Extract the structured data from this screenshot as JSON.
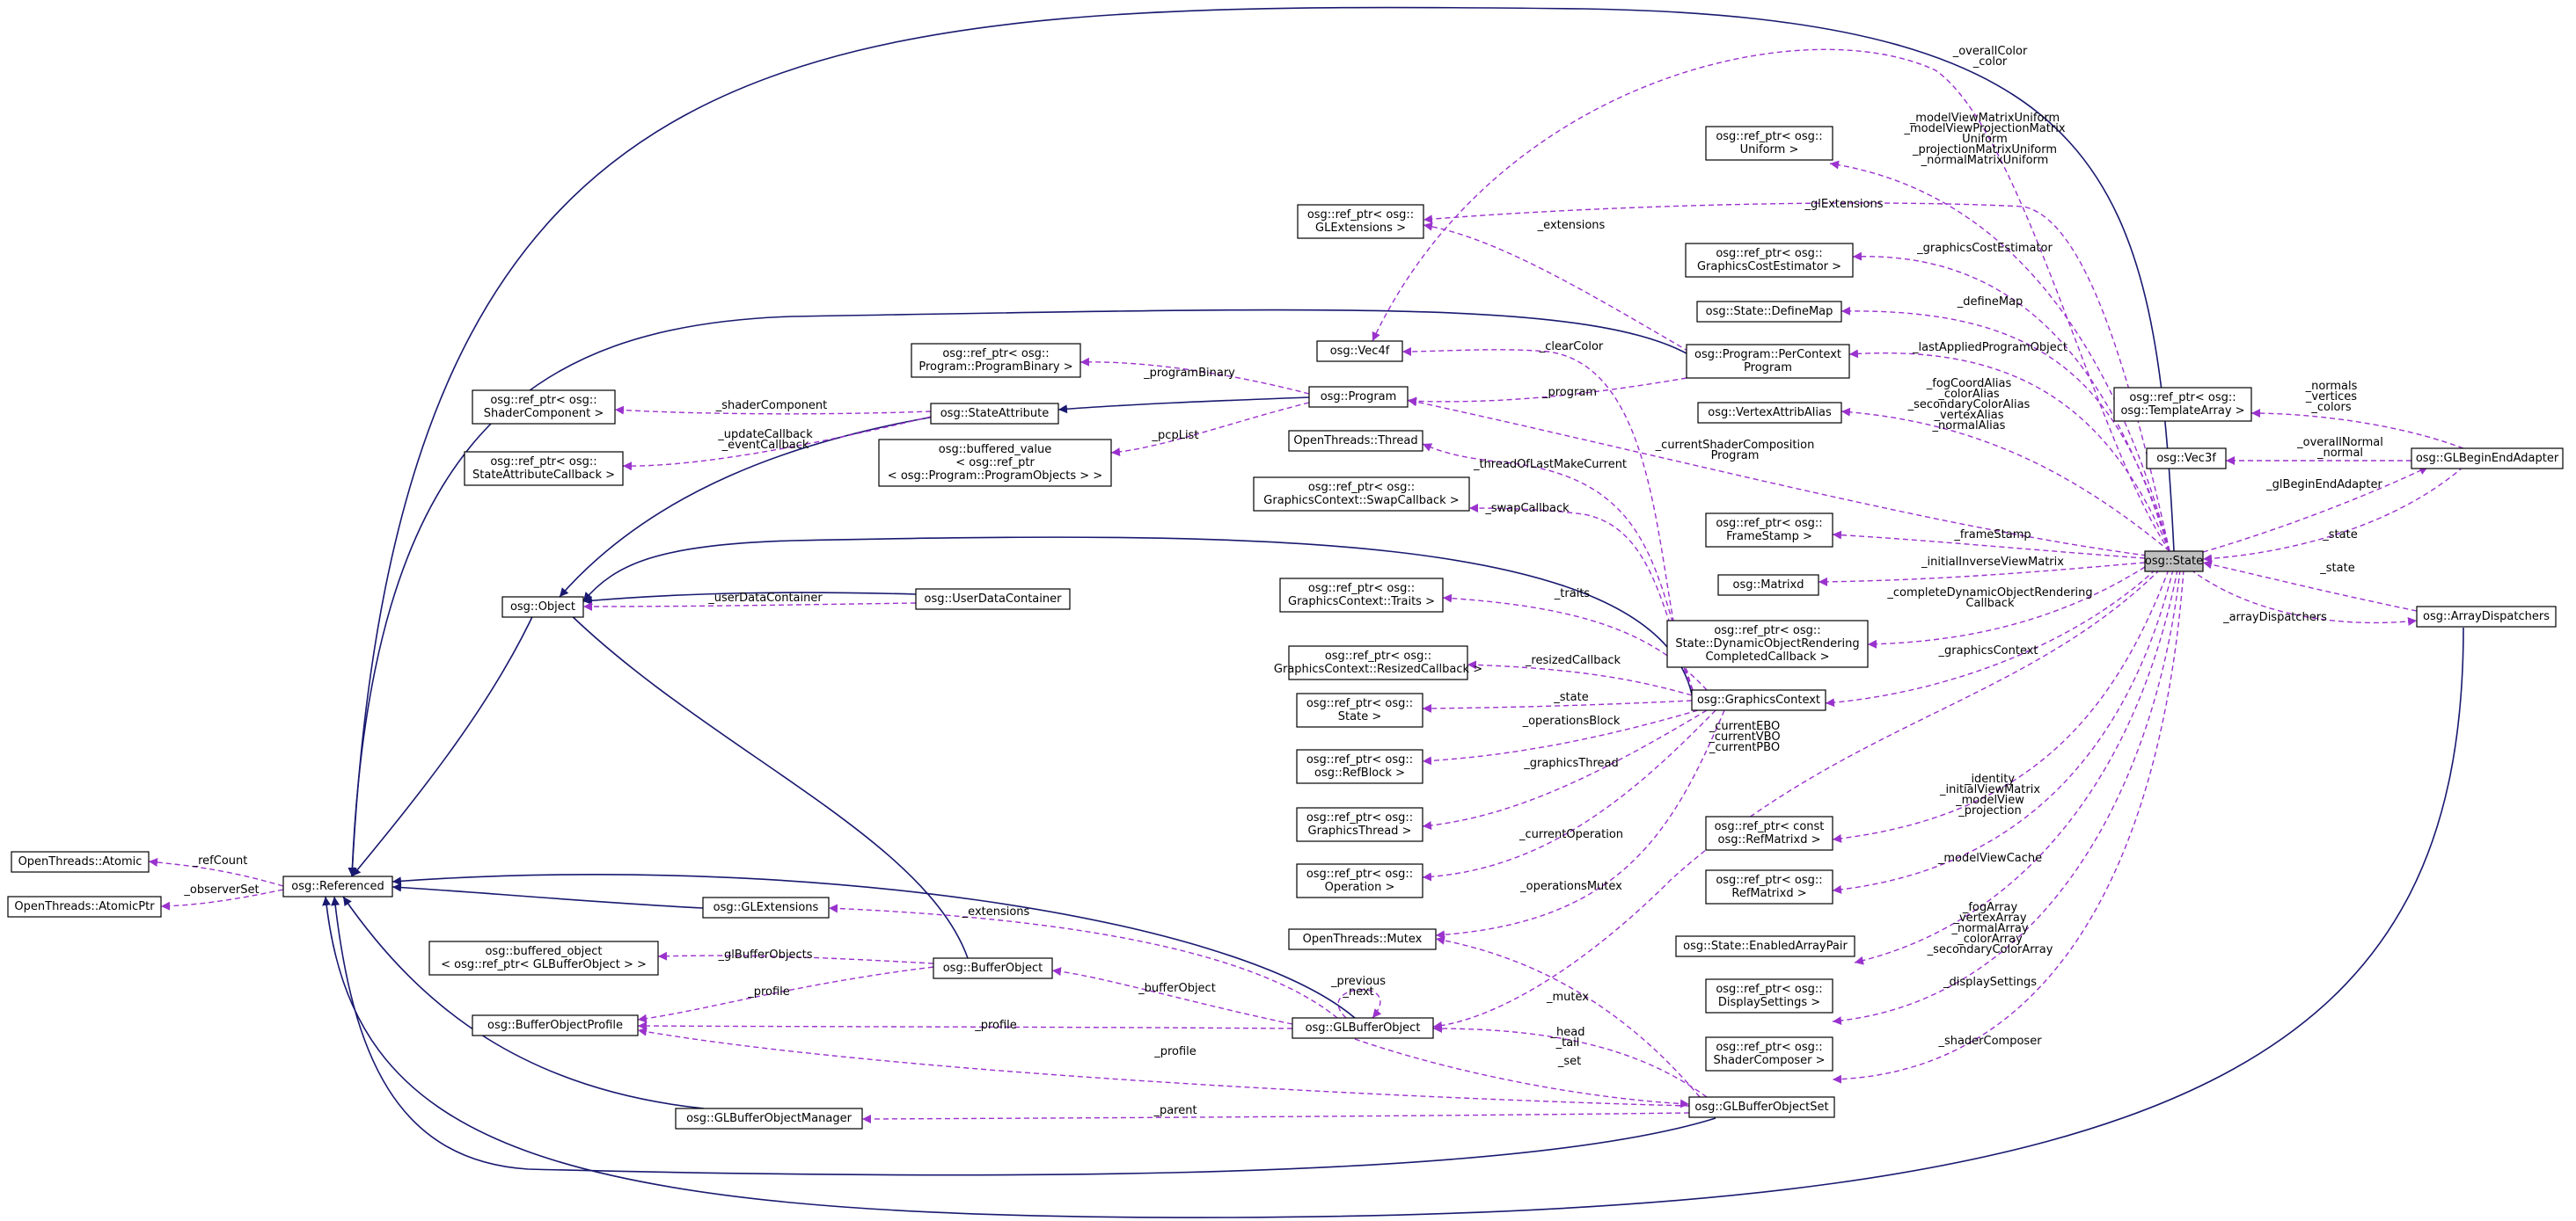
{
  "colors": {
    "inheritance_edge": "#191970",
    "member_edge": "#9a32cd",
    "focus_fill": "#bfbfbf",
    "node_fill": "#ffffff"
  },
  "nodes": [
    {
      "id": "state",
      "lines": [
        "osg::State"
      ],
      "focus": true
    },
    {
      "id": "referenced",
      "lines": [
        "osg::Referenced"
      ]
    },
    {
      "id": "atomic",
      "lines": [
        "OpenThreads::Atomic"
      ]
    },
    {
      "id": "atomicptr",
      "lines": [
        "OpenThreads::AtomicPtr"
      ]
    },
    {
      "id": "object",
      "lines": [
        "osg::Object"
      ]
    },
    {
      "id": "userdatacontainer",
      "lines": [
        "osg::UserDataContainer"
      ]
    },
    {
      "id": "stateattribute",
      "lines": [
        "osg::StateAttribute"
      ]
    },
    {
      "id": "refshadercomp",
      "lines": [
        "osg::ref_ptr< osg::",
        "ShaderComponent >"
      ]
    },
    {
      "id": "refsacallback",
      "lines": [
        "osg::ref_ptr< osg::",
        "StateAttributeCallback >"
      ]
    },
    {
      "id": "refprogbinary",
      "lines": [
        "osg::ref_ptr< osg::",
        "Program::ProgramBinary >"
      ]
    },
    {
      "id": "bufferedvalue",
      "lines": [
        "osg::buffered_value",
        "< osg::ref_ptr",
        "< osg::Program::ProgramObjects > >"
      ]
    },
    {
      "id": "program",
      "lines": [
        "osg::Program"
      ]
    },
    {
      "id": "vec4f",
      "lines": [
        "osg::Vec4f"
      ]
    },
    {
      "id": "refglext",
      "lines": [
        "osg::ref_ptr< osg::",
        "GLExtensions >"
      ]
    },
    {
      "id": "glextensions",
      "lines": [
        "osg::GLExtensions"
      ]
    },
    {
      "id": "bufferedobject",
      "lines": [
        "osg::buffered_object",
        "< osg::ref_ptr< GLBufferObject > >"
      ]
    },
    {
      "id": "bufferobject",
      "lines": [
        "osg::BufferObject"
      ]
    },
    {
      "id": "bufferobjectprofile",
      "lines": [
        "osg::BufferObjectProfile"
      ]
    },
    {
      "id": "glbufferobjectmanager",
      "lines": [
        "osg::GLBufferObjectManager"
      ]
    },
    {
      "id": "glbufferobject",
      "lines": [
        "osg::GLBufferObject"
      ]
    },
    {
      "id": "glbufferobjectset",
      "lines": [
        "osg::GLBufferObjectSet"
      ]
    },
    {
      "id": "mutex",
      "lines": [
        "OpenThreads::Mutex"
      ]
    },
    {
      "id": "refoperation",
      "lines": [
        "osg::ref_ptr< osg::",
        "Operation >"
      ]
    },
    {
      "id": "refgraphicsthread",
      "lines": [
        "osg::ref_ptr< osg::",
        "GraphicsThread >"
      ]
    },
    {
      "id": "refrefblock",
      "lines": [
        "osg::ref_ptr< osg::",
        "osg::RefBlock >"
      ]
    },
    {
      "id": "refstate",
      "lines": [
        "osg::ref_ptr< osg::",
        "State >"
      ]
    },
    {
      "id": "refresized",
      "lines": [
        "osg::ref_ptr< osg::",
        "GraphicsContext::ResizedCallback >"
      ]
    },
    {
      "id": "reftraits",
      "lines": [
        "osg::ref_ptr< osg::",
        "GraphicsContext::Traits >"
      ]
    },
    {
      "id": "refswap",
      "lines": [
        "osg::ref_ptr< osg::",
        "GraphicsContext::SwapCallback >"
      ]
    },
    {
      "id": "thread",
      "lines": [
        "OpenThreads::Thread"
      ]
    },
    {
      "id": "graphicscontext",
      "lines": [
        "osg::GraphicsContext"
      ]
    },
    {
      "id": "refuniform",
      "lines": [
        "osg::ref_ptr< osg::",
        "Uniform >"
      ]
    },
    {
      "id": "refgce",
      "lines": [
        "osg::ref_ptr< osg::",
        "GraphicsCostEstimator >"
      ]
    },
    {
      "id": "definemap",
      "lines": [
        "osg::State::DefineMap"
      ]
    },
    {
      "id": "percontextprogram",
      "lines": [
        "osg::Program::PerContext",
        "Program"
      ]
    },
    {
      "id": "vertexattribalias",
      "lines": [
        "osg::VertexAttribAlias"
      ]
    },
    {
      "id": "refframestamp",
      "lines": [
        "osg::ref_ptr< osg::",
        "FrameStamp >"
      ]
    },
    {
      "id": "matrixd",
      "lines": [
        "osg::Matrixd"
      ]
    },
    {
      "id": "refdynamic",
      "lines": [
        "osg::ref_ptr< osg::",
        "State::DynamicObjectRendering",
        "CompletedCallback >"
      ]
    },
    {
      "id": "refconstrefmatrix",
      "lines": [
        "osg::ref_ptr< const",
        "osg::RefMatrixd >"
      ]
    },
    {
      "id": "refrefmatrix",
      "lines": [
        "osg::ref_ptr< osg::",
        "RefMatrixd >"
      ]
    },
    {
      "id": "enabledarraypair",
      "lines": [
        "osg::State::EnabledArrayPair"
      ]
    },
    {
      "id": "refdisplaysettings",
      "lines": [
        "osg::ref_ptr< osg::",
        "DisplaySettings >"
      ]
    },
    {
      "id": "refshadercomposer",
      "lines": [
        "osg::ref_ptr< osg::",
        "ShaderComposer >"
      ]
    },
    {
      "id": "reftemplatearray",
      "lines": [
        "osg::ref_ptr< osg::",
        "osg::TemplateArray >"
      ]
    },
    {
      "id": "vec3f",
      "lines": [
        "osg::Vec3f"
      ]
    },
    {
      "id": "glbeginendadapter",
      "lines": [
        "osg::GLBeginEndAdapter"
      ]
    },
    {
      "id": "arraydispatchers",
      "lines": [
        "osg::ArrayDispatchers"
      ]
    }
  ],
  "edges": [
    {
      "id": "e-overallcolor",
      "type": "member",
      "lines": [
        "_overallColor",
        "_color"
      ]
    },
    {
      "id": "e-mvmu",
      "type": "member",
      "lines": [
        "_modelViewMatrixUniform",
        "_modelViewProjectionMatrix",
        "Uniform",
        "_projectionMatrixUniform",
        "_normalMatrixUniform"
      ]
    },
    {
      "id": "e-glextensions",
      "type": "member",
      "lines": [
        "_glExtensions"
      ]
    },
    {
      "id": "e-extensions-pcp",
      "type": "member",
      "lines": [
        "_extensions"
      ]
    },
    {
      "id": "e-gce",
      "type": "member",
      "lines": [
        "_graphicsCostEstimator"
      ]
    },
    {
      "id": "e-definemap",
      "type": "member",
      "lines": [
        "_defineMap"
      ]
    },
    {
      "id": "e-lastapplied",
      "type": "member",
      "lines": [
        "_lastAppliedProgramObject"
      ]
    },
    {
      "id": "e-clearcolor",
      "type": "member",
      "lines": [
        "_clearColor"
      ]
    },
    {
      "id": "e-programbinary",
      "type": "member",
      "lines": [
        "_programBinary"
      ]
    },
    {
      "id": "e-shadercomponent",
      "type": "member",
      "lines": [
        "_shaderComponent"
      ]
    },
    {
      "id": "e-updatecallback",
      "type": "member",
      "lines": [
        "_updateCallback",
        "_eventCallback"
      ]
    },
    {
      "id": "e-program",
      "type": "member",
      "lines": [
        "_program"
      ]
    },
    {
      "id": "e-pcplist",
      "type": "member",
      "lines": [
        "_pcpList"
      ]
    },
    {
      "id": "e-fogcoord",
      "type": "member",
      "lines": [
        "_fogCoordAlias",
        "_colorAlias",
        "_secondaryColorAlias",
        "_vertexAlias",
        "_normalAlias"
      ]
    },
    {
      "id": "e-currentshader",
      "type": "member",
      "lines": [
        "_currentShaderComposition",
        "Program"
      ]
    },
    {
      "id": "e-threadoflast",
      "type": "member",
      "lines": [
        "_threadOfLastMakeCurrent"
      ]
    },
    {
      "id": "e-swapcallback",
      "type": "member",
      "lines": [
        "_swapCallback"
      ]
    },
    {
      "id": "e-userdatacontainer",
      "type": "member",
      "lines": [
        "_userDataContainer"
      ]
    },
    {
      "id": "e-traits",
      "type": "member",
      "lines": [
        "_traits"
      ]
    },
    {
      "id": "e-resizedcallback",
      "type": "member",
      "lines": [
        "_resizedCallback"
      ]
    },
    {
      "id": "e-state-gc",
      "type": "member",
      "lines": [
        "_state"
      ]
    },
    {
      "id": "e-operationsblock",
      "type": "member",
      "lines": [
        "_operationsBlock"
      ]
    },
    {
      "id": "e-graphicsthread",
      "type": "member",
      "lines": [
        "_graphicsThread"
      ]
    },
    {
      "id": "e-currentoperation",
      "type": "member",
      "lines": [
        "_currentOperation"
      ]
    },
    {
      "id": "e-operationsmutex",
      "type": "member",
      "lines": [
        "_operationsMutex"
      ]
    },
    {
      "id": "e-framestamp",
      "type": "member",
      "lines": [
        "_frameStamp"
      ]
    },
    {
      "id": "e-initialinverse",
      "type": "member",
      "lines": [
        "_initialInverseViewMatrix"
      ]
    },
    {
      "id": "e-completedynamic",
      "type": "member",
      "lines": [
        "_completeDynamicObjectRendering",
        "Callback"
      ]
    },
    {
      "id": "e-graphicscontext",
      "type": "member",
      "lines": [
        "_graphicsContext"
      ]
    },
    {
      "id": "e-currentebo",
      "type": "member",
      "lines": [
        "_currentEBO",
        "_currentVBO",
        "_currentPBO"
      ]
    },
    {
      "id": "e-identity",
      "type": "member",
      "lines": [
        "_identity",
        "_initialViewMatrix",
        "_modelView",
        "_projection"
      ]
    },
    {
      "id": "e-modelviewcache",
      "type": "member",
      "lines": [
        "_modelViewCache"
      ]
    },
    {
      "id": "e-fogarray",
      "type": "member",
      "lines": [
        "_fogArray",
        "_vertexArray",
        "_normalArray",
        "_colorArray",
        "_secondaryColorArray"
      ]
    },
    {
      "id": "e-displaysettings",
      "type": "member",
      "lines": [
        "_displaySettings"
      ]
    },
    {
      "id": "e-shadercomposer",
      "type": "member",
      "lines": [
        "_shaderComposer"
      ]
    },
    {
      "id": "e-normals",
      "type": "member",
      "lines": [
        "_normals",
        "_vertices",
        "_colors"
      ]
    },
    {
      "id": "e-overallnormal",
      "type": "member",
      "lines": [
        "_overallNormal",
        "_normal"
      ]
    },
    {
      "id": "e-glbeginendadapter",
      "type": "member",
      "lines": [
        "_glBeginEndAdapter"
      ]
    },
    {
      "id": "e-state-adapter",
      "type": "member",
      "lines": [
        "_state"
      ]
    },
    {
      "id": "e-state-dispatchers",
      "type": "member",
      "lines": [
        "_state"
      ]
    },
    {
      "id": "e-arraydispatchers",
      "type": "member",
      "lines": [
        "_arrayDispatchers"
      ]
    },
    {
      "id": "e-refcount",
      "type": "member",
      "lines": [
        "_refCount"
      ]
    },
    {
      "id": "e-observerset",
      "type": "member",
      "lines": [
        "_observerSet"
      ]
    },
    {
      "id": "e-extensions-glbo",
      "type": "member",
      "lines": [
        "_extensions"
      ]
    },
    {
      "id": "e-glbufferobjects",
      "type": "member",
      "lines": [
        "_glBufferObjects"
      ]
    },
    {
      "id": "e-profile-bo",
      "type": "member",
      "lines": [
        "_profile"
      ]
    },
    {
      "id": "e-bufferobject",
      "type": "member",
      "lines": [
        "_bufferObject"
      ]
    },
    {
      "id": "e-profile-glbo",
      "type": "member",
      "lines": [
        "_profile"
      ]
    },
    {
      "id": "e-previous",
      "type": "member",
      "lines": [
        "_previous",
        "_next"
      ]
    },
    {
      "id": "e-mutex",
      "type": "member",
      "lines": [
        "_mutex"
      ]
    },
    {
      "id": "e-head",
      "type": "member",
      "lines": [
        "_head",
        "_tail"
      ]
    },
    {
      "id": "e-set",
      "type": "member",
      "lines": [
        "_set"
      ]
    },
    {
      "id": "e-profile-set",
      "type": "member",
      "lines": [
        "_profile"
      ]
    },
    {
      "id": "e-parent",
      "type": "member",
      "lines": [
        "_parent"
      ]
    }
  ]
}
